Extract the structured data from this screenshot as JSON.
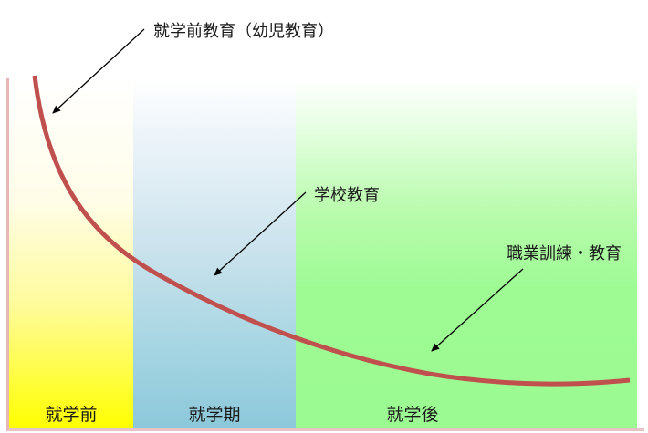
{
  "diagram": {
    "type": "conceptual-curve",
    "curve_color": "#c0504d",
    "bands": [
      {
        "id": "pre",
        "label": "就学前",
        "color": "#ffff00"
      },
      {
        "id": "school",
        "label": "就学期",
        "color": "#92cddc"
      },
      {
        "id": "post",
        "label": "就学後",
        "color": "#9cfa92"
      }
    ],
    "annotations": [
      {
        "id": "preschool",
        "text": "就学前教育（幼児教育）"
      },
      {
        "id": "school",
        "text": "学校教育"
      },
      {
        "id": "vocational",
        "text": "職業訓練・教育"
      }
    ]
  }
}
